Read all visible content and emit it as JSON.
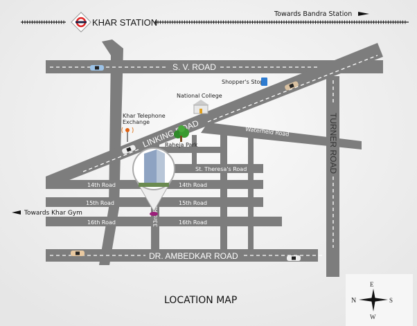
{
  "station": {
    "name": "KHAR STATION",
    "towards_right": "Towards Bandra Station",
    "icon": "metro-station-icon"
  },
  "towards_left": "Towards Khar Gym",
  "roads": {
    "sv": "S. V. ROAD",
    "linking": "LINKING ROAD",
    "turner": "TURNER ROAD",
    "ambedkar": "DR. AMBEDKAR ROAD",
    "waterfield": "Waterfield Road",
    "theresa": "St. Theresa's Road",
    "r14": "14th Road",
    "r15": "15th Road",
    "r16": "16th Road",
    "r33": "33rd Road"
  },
  "landmarks": {
    "shoppers": "Shopper's Stop",
    "college": "National College",
    "telephone_line1": "Khar Telephone",
    "telephone_line2": "Exchange",
    "park": "Raheja Park"
  },
  "title": "LOCATION MAP",
  "compass": {
    "n": "N",
    "s": "S",
    "e": "E",
    "w": "W"
  },
  "colors": {
    "road": "#7d7d7d",
    "pin": "#9b1f7a",
    "background": "#f2f2f2"
  }
}
